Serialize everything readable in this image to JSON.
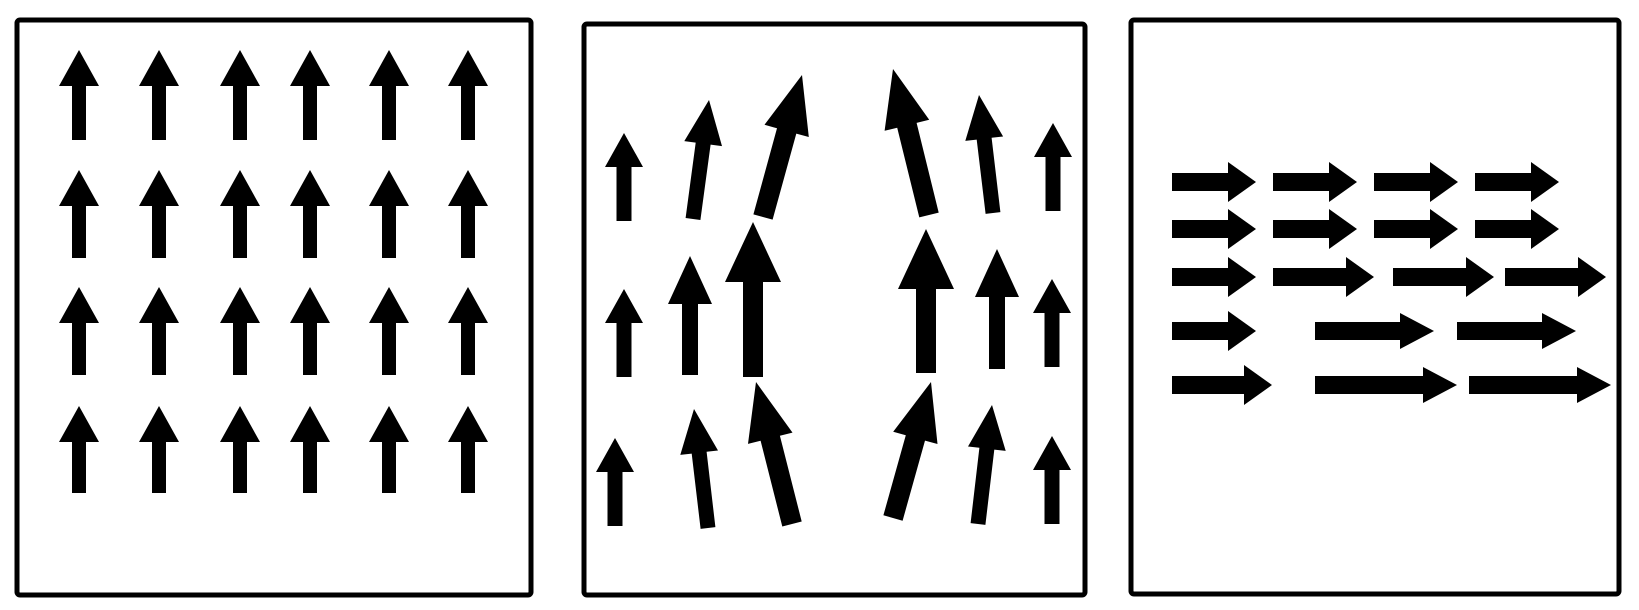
{
  "colors": {
    "background": "#ffffff",
    "stroke": "#000000",
    "arrow_fill": "#000000"
  },
  "panels": [
    {
      "name": "uniform-field-panel",
      "description_icon": "uniform-vertical-arrow-field",
      "rows": 4,
      "cols": 6,
      "arrow_direction": "up"
    },
    {
      "name": "diverging-field-panel",
      "description_icon": "spreading-arrow-field",
      "rows": 3,
      "cols": 6,
      "arrow_direction": "up-spreading"
    },
    {
      "name": "horizontal-field-panel",
      "description_icon": "horizontal-arrow-field",
      "rows": 5,
      "arrow_direction": "right"
    }
  ]
}
